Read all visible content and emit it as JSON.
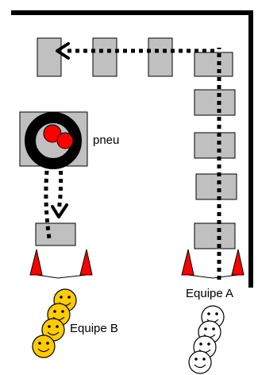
{
  "labels": {
    "tire": "pneu",
    "team_a": "Equipe A",
    "team_b": "Equipe B"
  },
  "colors": {
    "box_fill": "#c0c0c0",
    "cone": "#ff0000",
    "tire": "#000000",
    "ball": "#ff0000",
    "team_b_face": "#ffcc00",
    "team_a_face": "#ffffff"
  },
  "icons": {
    "cone": "red-triangle-cone",
    "face": "smiley-face",
    "tire": "black-tire-ring",
    "ball": "red-ball"
  }
}
